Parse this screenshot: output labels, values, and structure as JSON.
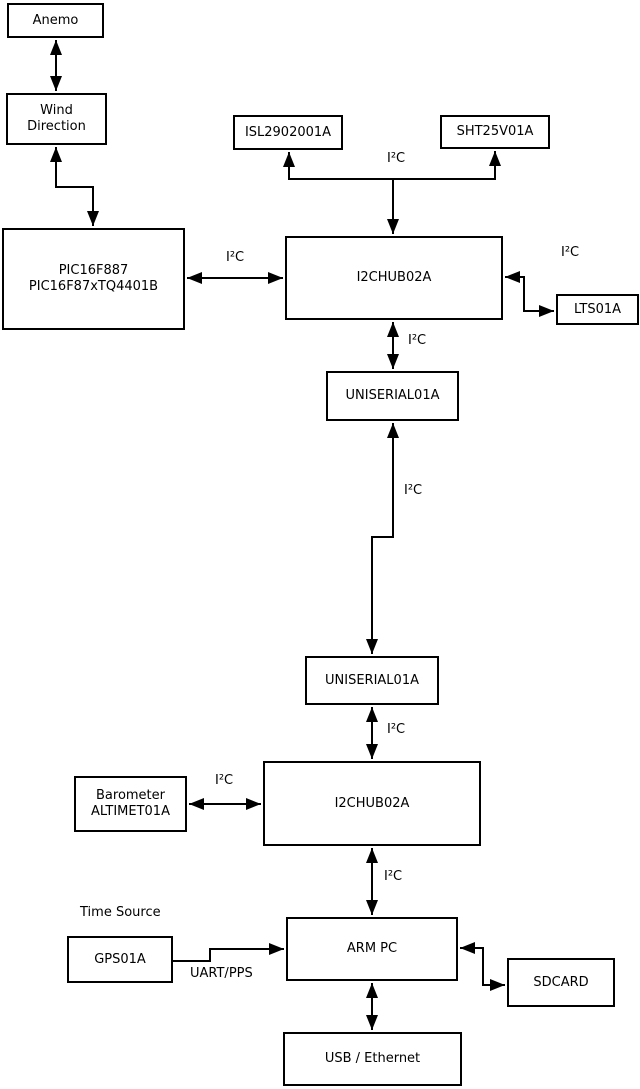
{
  "colors": {
    "background": "#ffffff",
    "line": "#000000",
    "text": "#000000"
  },
  "nodes": {
    "anemo": {
      "lines": [
        "Anemo"
      ]
    },
    "wind_direction": {
      "lines": [
        "Wind",
        "Direction"
      ]
    },
    "pic": {
      "lines": [
        "PIC16F887",
        "PIC16F87xTQ4401B"
      ]
    },
    "isl": {
      "lines": [
        "ISL2902001A"
      ]
    },
    "sht": {
      "lines": [
        "SHT25V01A"
      ]
    },
    "hub1": {
      "lines": [
        "I2CHUB02A"
      ]
    },
    "lts": {
      "lines": [
        "LTS01A"
      ]
    },
    "uniserial1": {
      "lines": [
        "UNISERIAL01A"
      ]
    },
    "uniserial2": {
      "lines": [
        "UNISERIAL01A"
      ]
    },
    "hub2": {
      "lines": [
        "I2CHUB02A"
      ]
    },
    "barometer": {
      "lines": [
        "Barometer",
        "ALTIMET01A"
      ]
    },
    "gps": {
      "lines": [
        "GPS01A"
      ]
    },
    "arm_pc": {
      "lines": [
        "ARM PC"
      ]
    },
    "sdcard": {
      "lines": [
        "SDCARD"
      ]
    },
    "usb_ethernet": {
      "lines": [
        "USB / Ethernet"
      ]
    }
  },
  "edge_labels": {
    "pic_hub1": "I²C",
    "hub1_sensors": "I²C",
    "hub1_lts": "I²C",
    "hub1_uni1": "I²C",
    "uni1_uni2": "I²C",
    "uni2_hub2": "I²C",
    "baro_hub2": "I²C",
    "hub2_arm": "I²C",
    "time_source": "Time Source",
    "uart_pps": "UART/PPS"
  },
  "edges": [
    {
      "from": "anemo",
      "to": "wind_direction",
      "label": "",
      "direction": "both"
    },
    {
      "from": "wind_direction",
      "to": "pic",
      "label": "",
      "direction": "both"
    },
    {
      "from": "pic",
      "to": "hub1",
      "label": "I²C",
      "direction": "both"
    },
    {
      "from": "hub1",
      "to": "isl",
      "label": "I²C",
      "direction": "both"
    },
    {
      "from": "hub1",
      "to": "sht",
      "label": "I²C",
      "direction": "both"
    },
    {
      "from": "hub1",
      "to": "lts",
      "label": "I²C",
      "direction": "both"
    },
    {
      "from": "hub1",
      "to": "uniserial1",
      "label": "I²C",
      "direction": "both"
    },
    {
      "from": "uniserial1",
      "to": "uniserial2",
      "label": "I²C",
      "direction": "both"
    },
    {
      "from": "uniserial2",
      "to": "hub2",
      "label": "I²C",
      "direction": "both"
    },
    {
      "from": "barometer",
      "to": "hub2",
      "label": "I²C",
      "direction": "both"
    },
    {
      "from": "hub2",
      "to": "arm_pc",
      "label": "I²C",
      "direction": "both"
    },
    {
      "from": "gps",
      "to": "arm_pc",
      "label": "UART/PPS",
      "direction": "forward"
    },
    {
      "from": "arm_pc",
      "to": "sdcard",
      "label": "",
      "direction": "both"
    },
    {
      "from": "arm_pc",
      "to": "usb_ethernet",
      "label": "",
      "direction": "both"
    }
  ]
}
